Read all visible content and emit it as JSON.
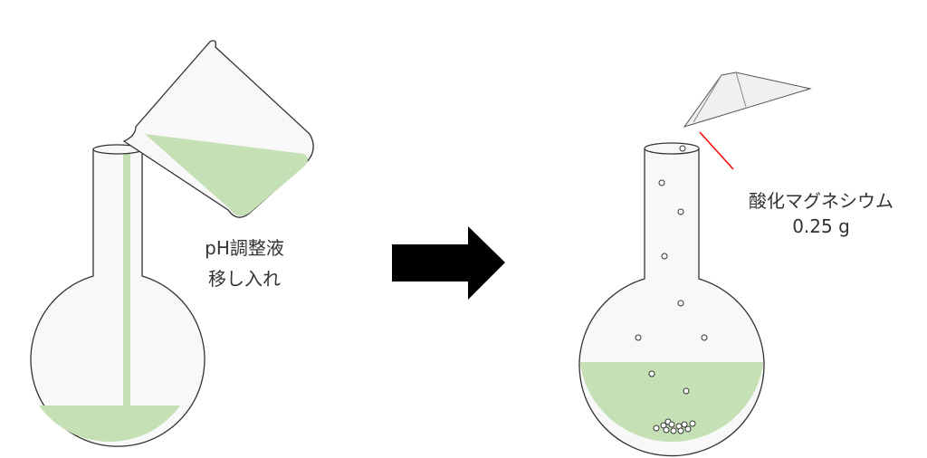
{
  "left_label": {
    "line1": "pH調整液",
    "line2": "移し入れ"
  },
  "right_label": {
    "line1": "酸化マグネシウム",
    "line2": "0.25 g"
  },
  "colors": {
    "liquid": "#c5e0b4",
    "glass": "#f8f8f8",
    "outline": "#333333",
    "arrow": "#000000",
    "pointer": "#ff0000",
    "paper": "#f0f0f0"
  }
}
